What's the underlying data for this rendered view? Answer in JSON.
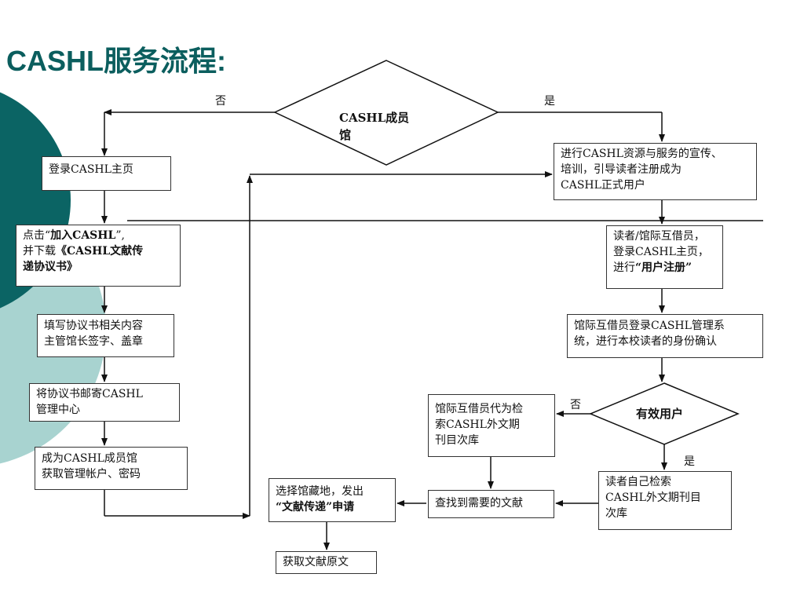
{
  "title": "CASHL服务流程:",
  "diamonds": {
    "member": "CASHL成员\n馆",
    "valid_user": "有效用户"
  },
  "edge_labels": {
    "member_no": "否",
    "member_yes": "是",
    "valid_no": "否",
    "valid_yes": "是"
  },
  "left": {
    "login": "登录CASHL主页",
    "join_1": "点击“",
    "join_2": "加入CASHL",
    "join_3": "”,\n并下载",
    "join_4": "《CASHL文献传\n递协议书》",
    "fill": "填写协议书相关内容\n主管馆长签字、盖章",
    "mail": "将协议书邮寄CASHL\n管理中心",
    "become": "成为CASHL成员馆\n获取管理帐户、密码"
  },
  "right": {
    "promote": "进行CASHL资源与服务的宣传、\n培训，引导读者注册成为\nCASHL正式用户",
    "register_1": "读者/馆际互借员，\n登录CASHL主页，\n进行",
    "register_2": "“用户注册”",
    "verify": "馆际互借员登录CASHL管理系\n统，进行本校读者的身份确认",
    "self_search": "读者自己检索\nCASHL外文期刊目\n次库",
    "agent_search": "馆际互借员代为检\n索CASHL外文期\n刊目次库",
    "found": "查找到需要的文献",
    "select_1": "选择馆藏地，发出\n",
    "select_2": "“文献传递”申请",
    "obtain": "获取文献原文"
  },
  "colors": {
    "teal_dark": "#0b6464",
    "teal_light": "#a8d3d0",
    "title": "#0b5e5e"
  }
}
